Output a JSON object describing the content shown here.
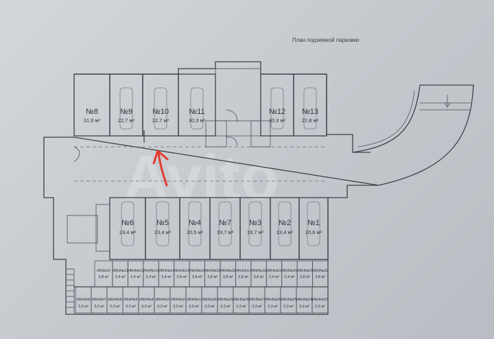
{
  "title": "План подземной парковки",
  "watermark": "Avito",
  "upper_spots": [
    {
      "label": "№8",
      "area": "31,9 м²"
    },
    {
      "label": "№9",
      "area": "22,7 м²"
    },
    {
      "label": "№10",
      "area": "22,7 м²"
    },
    {
      "label": "№11",
      "area": "30,3 м²"
    },
    {
      "label": "№12",
      "area": "30,3 м²"
    },
    {
      "label": "№13",
      "area": "22,8 м²"
    }
  ],
  "lower_spots": [
    {
      "label": "№6",
      "area": "23,4 м²"
    },
    {
      "label": "№5",
      "area": "23,4 м²"
    },
    {
      "label": "№4",
      "area": "20,5 м²"
    },
    {
      "label": "№7",
      "area": "19,7 м²"
    },
    {
      "label": "№3",
      "area": "19,7 м²"
    },
    {
      "label": "№2",
      "area": "23,4 м²"
    },
    {
      "label": "№1",
      "area": "20,6 м²"
    }
  ],
  "storage_row1": [
    {
      "label": "ИК№10",
      "area": "3,8 м²"
    },
    {
      "label": "ИКН№11",
      "area": "2,4 м²"
    },
    {
      "label": "ИКН№12",
      "area": "2,4 м²"
    },
    {
      "label": "ИКН№13",
      "area": "2,4 м²"
    },
    {
      "label": "ИКН№14",
      "area": "2,4 м²"
    },
    {
      "label": "ИКН№15",
      "area": "3,8 м²"
    },
    {
      "label": "ИКН№16",
      "area": "3,8 м²"
    },
    {
      "label": "ИКН№31",
      "area": "3,8 м²"
    },
    {
      "label": "ИКН№32",
      "area": "3,8 м²"
    },
    {
      "label": "ИКН№17",
      "area": "3,8 м²"
    },
    {
      "label": "ИКН№18",
      "area": "3,8 м²"
    },
    {
      "label": "ИКН№19",
      "area": "2,4 м²"
    },
    {
      "label": "ИКН№20",
      "area": "2,4 м²"
    },
    {
      "label": "ИКН№21",
      "area": "3,8 м²"
    },
    {
      "label": "ИКН№22",
      "area": "3,8 м²"
    }
  ],
  "storage_row2": [
    {
      "label": "ИКН№8",
      "area": "3,3 м²"
    },
    {
      "label": "ИКН№7",
      "area": "3,3 м²"
    },
    {
      "label": "ИКН№6",
      "area": "3,3 м²"
    },
    {
      "label": "ИКН№5",
      "area": "3,3 м²"
    },
    {
      "label": "ИКН№4",
      "area": "3,3 м²"
    },
    {
      "label": "ИКН№3",
      "area": "3,3 м²"
    },
    {
      "label": "ИКН№2",
      "area": "3,3 м²"
    },
    {
      "label": "ИКН№1",
      "area": "3,3 м²"
    },
    {
      "label": "ИКН№30",
      "area": "3,3 м²"
    },
    {
      "label": "ИКН№29",
      "area": "3,3 м²"
    },
    {
      "label": "ИКН№28",
      "area": "3,3 м²"
    },
    {
      "label": "ИКН№27",
      "area": "3,3 м²"
    },
    {
      "label": "ИКН№26",
      "area": "3,3 м²"
    },
    {
      "label": "ИКН№25",
      "area": "3,3 м²"
    },
    {
      "label": "ИКН№24",
      "area": "3,3 м²"
    },
    {
      "label": "ИКН№23",
      "area": "3,3 м²"
    }
  ],
  "colors": {
    "arrow": "#e23a2c",
    "walls": "#3c4048",
    "paper": "#c9ccd1"
  }
}
